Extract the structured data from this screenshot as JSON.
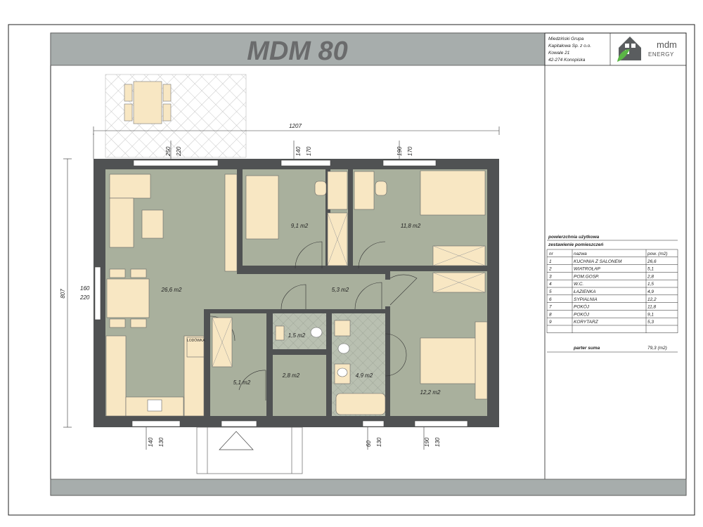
{
  "title": "MDM 80",
  "company": {
    "lines": [
      "Miedziński Grupa",
      "Kapitałowa Sp. z o.o.",
      "Kowale 21",
      "42-274 Konopiska"
    ],
    "logo_text": "mdm",
    "logo_subtext": "ENERGY"
  },
  "dimensions": {
    "overall_width": "1207",
    "overall_depth": "807",
    "left_window": [
      "160",
      "220"
    ],
    "top_terrace": [
      "250",
      "220"
    ],
    "top_window_1": [
      "140",
      "170"
    ],
    "top_window_2": [
      "190",
      "170"
    ],
    "bottom_window_1": [
      "140",
      "130"
    ],
    "bottom_window_2": [
      "60",
      "130"
    ],
    "bottom_window_3": [
      "190",
      "130"
    ]
  },
  "rooms": {
    "living": "26,6 m2",
    "room_a": "9,1 m2",
    "room_b": "11,8 m2",
    "corridor": "5,3 m2",
    "wc": "1,5 m2",
    "pantry": "2,8 m2",
    "bathroom": "4,9 m2",
    "vestibule": "5,1 m2",
    "bedroom": "12,2 m2",
    "fridge_label": "LODÓWKA"
  },
  "area_table": {
    "title": "powierzchnia użytkowa",
    "subtitle": "zestawienie pomieszczeń",
    "headers": [
      "nr",
      "nazwa",
      "pow. (m2)"
    ],
    "rows": [
      [
        "1",
        "KUCHNIA Z SALONEM",
        "26,6"
      ],
      [
        "2",
        "WIATROŁAP",
        "5,1"
      ],
      [
        "3",
        "POM.GOSP.",
        "2,8"
      ],
      [
        "4",
        "W.C.",
        "1,5"
      ],
      [
        "5",
        "ŁAZIENKA",
        "4,9"
      ],
      [
        "6",
        "SYPIALNIA",
        "12,2"
      ],
      [
        "7",
        "POKÓJ",
        "11,8"
      ],
      [
        "8",
        "POKÓJ",
        "9,1"
      ],
      [
        "9",
        "KORYTARZ",
        "5,3"
      ]
    ],
    "sum_label": "parter suma",
    "sum_value": "79,3 (m2)"
  },
  "colors": {
    "banner": "#a7adac",
    "floor": "#a9b09d",
    "wall": "#505253",
    "furniture": "#f8e7c3",
    "tile": "#b8bfb0"
  }
}
